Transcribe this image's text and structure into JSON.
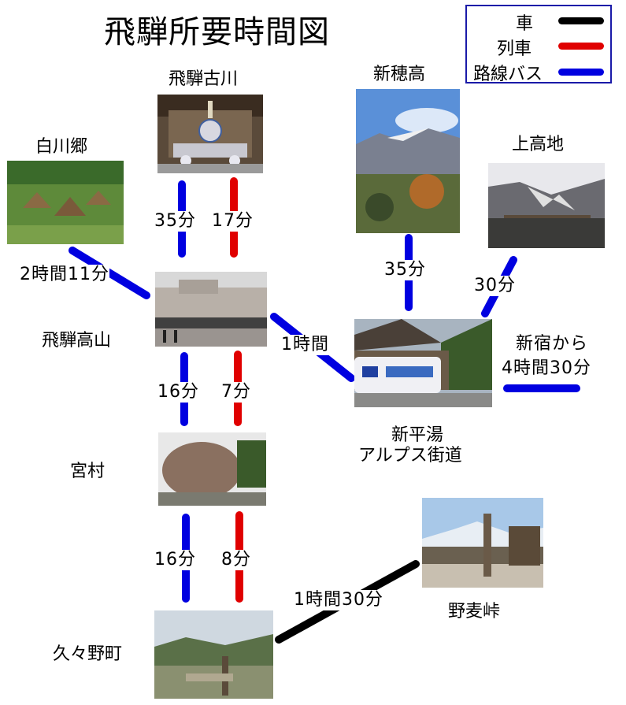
{
  "title": "飛騨所要時間図",
  "legend": {
    "items": [
      {
        "label": "車",
        "color": "#000000"
      },
      {
        "label": "列車",
        "color": "#e00000"
      },
      {
        "label": "路線バス",
        "color": "#0000e0"
      }
    ]
  },
  "places": {
    "furukawa": "飛騨古川",
    "shirakawago": "白川郷",
    "takayama": "飛騨高山",
    "miyamura": "宮村",
    "kuguno": "久々野町",
    "shinhotaka": "新穂高",
    "kamikochi": "上高地",
    "shinhirayu_line1": "新平湯",
    "shinhirayu_line2": "アルプス街道",
    "nomugi": "野麦峠"
  },
  "times": {
    "furukawa_bus": "35分",
    "furukawa_train": "17分",
    "shirakawago_bus": "2時間11分",
    "hirayu_bus": "1時間",
    "miyamura_bus": "16分",
    "miyamura_train": "7分",
    "kuguno_bus": "16分",
    "kuguno_train": "8分",
    "nomugi_car": "1時間30分",
    "shinhotaka_bus": "35分",
    "kamikochi_bus": "30分",
    "shinjuku_line1": "新宿から",
    "shinjuku_line2": "4時間30分"
  },
  "colors": {
    "car": "#000000",
    "train": "#e00000",
    "bus": "#0000e0"
  }
}
